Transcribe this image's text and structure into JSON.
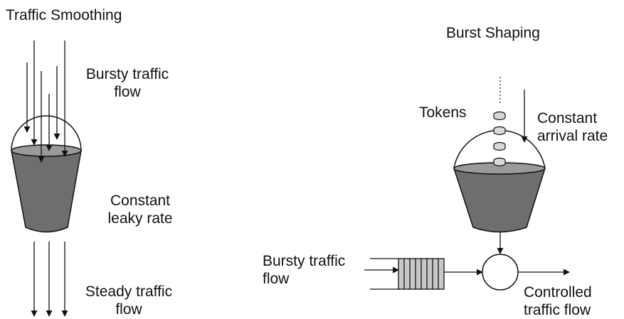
{
  "left_panel": {
    "title": "Traffic Smoothing",
    "input_label": [
      "Bursty traffic",
      "flow"
    ],
    "bucket_label": [
      "Constant",
      "leaky rate"
    ],
    "output_label": [
      "Steady traffic",
      "flow"
    ]
  },
  "right_panel": {
    "title": "Burst Shaping",
    "tokens_label": "Tokens",
    "arrival_label": [
      "Constant",
      "arrival rate"
    ],
    "input_label": [
      "Bursty traffic",
      "flow"
    ],
    "output_label": [
      "Controlled",
      "traffic flow"
    ]
  },
  "colors": {
    "line": "#111111",
    "water": "#6e6e6e",
    "water_top": "#9a9a9a",
    "queue_fill": "#c8c8c8",
    "token_fill": "#d8d8d8"
  }
}
